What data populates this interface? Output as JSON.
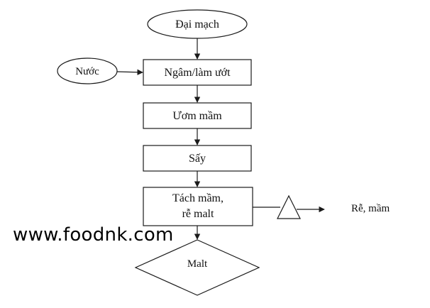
{
  "diagram": {
    "nodes": {
      "input_barley": "Đại mạch",
      "input_water": "Nước",
      "step_soak": "Ngâm/làm ướt",
      "step_germinate": "Ươm mầm",
      "step_dry": "Sấy",
      "step_separate_line1": "Tách mầm,",
      "step_separate_line2": "rễ malt",
      "output_malt": "Malt",
      "byproduct_roots": "Rễ, mầm"
    },
    "watermark": "www.foodnk.com"
  },
  "colors": {
    "stroke": "#1a1a1a",
    "background": "#ffffff",
    "text": "#111111"
  }
}
